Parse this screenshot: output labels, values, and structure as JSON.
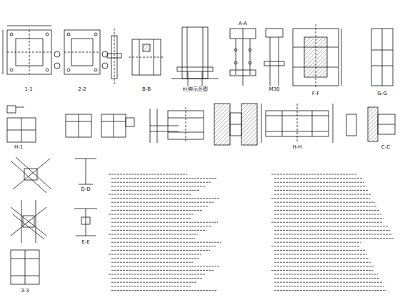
{
  "diagram": {
    "labels": [
      "1-1",
      "2-2",
      "B-B",
      "柱脚示意图",
      "A-A",
      "M30",
      "F-F",
      "G-G",
      "H-1",
      "H-H",
      "C-C",
      "D-D",
      "E-E",
      "3-3"
    ]
  }
}
